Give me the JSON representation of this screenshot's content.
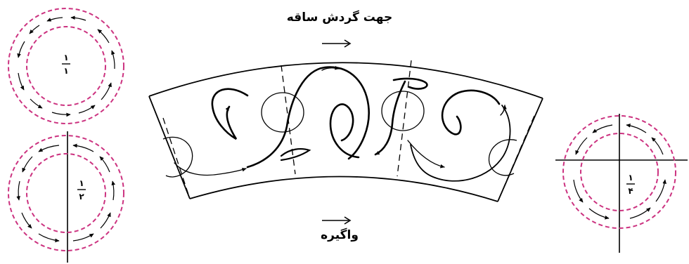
{
  "labels": {
    "shaft_rotation": "جهت گردش ساقه",
    "spinneret": "واگیره",
    "arrow": "⟶"
  },
  "circles": [
    {
      "id": "one_over_one",
      "fraction": "۱/۱",
      "num": "۱",
      "den": "۱"
    },
    {
      "id": "one_over_two",
      "fraction": "۱/۲",
      "num": "۱",
      "den": "۲"
    },
    {
      "id": "one_over_four",
      "fraction": "۱/۴",
      "num": "۱",
      "den": "۴"
    }
  ],
  "colors": {
    "line": "#000000",
    "dashed_ring": "#cc3380",
    "background": "#ffffff"
  }
}
